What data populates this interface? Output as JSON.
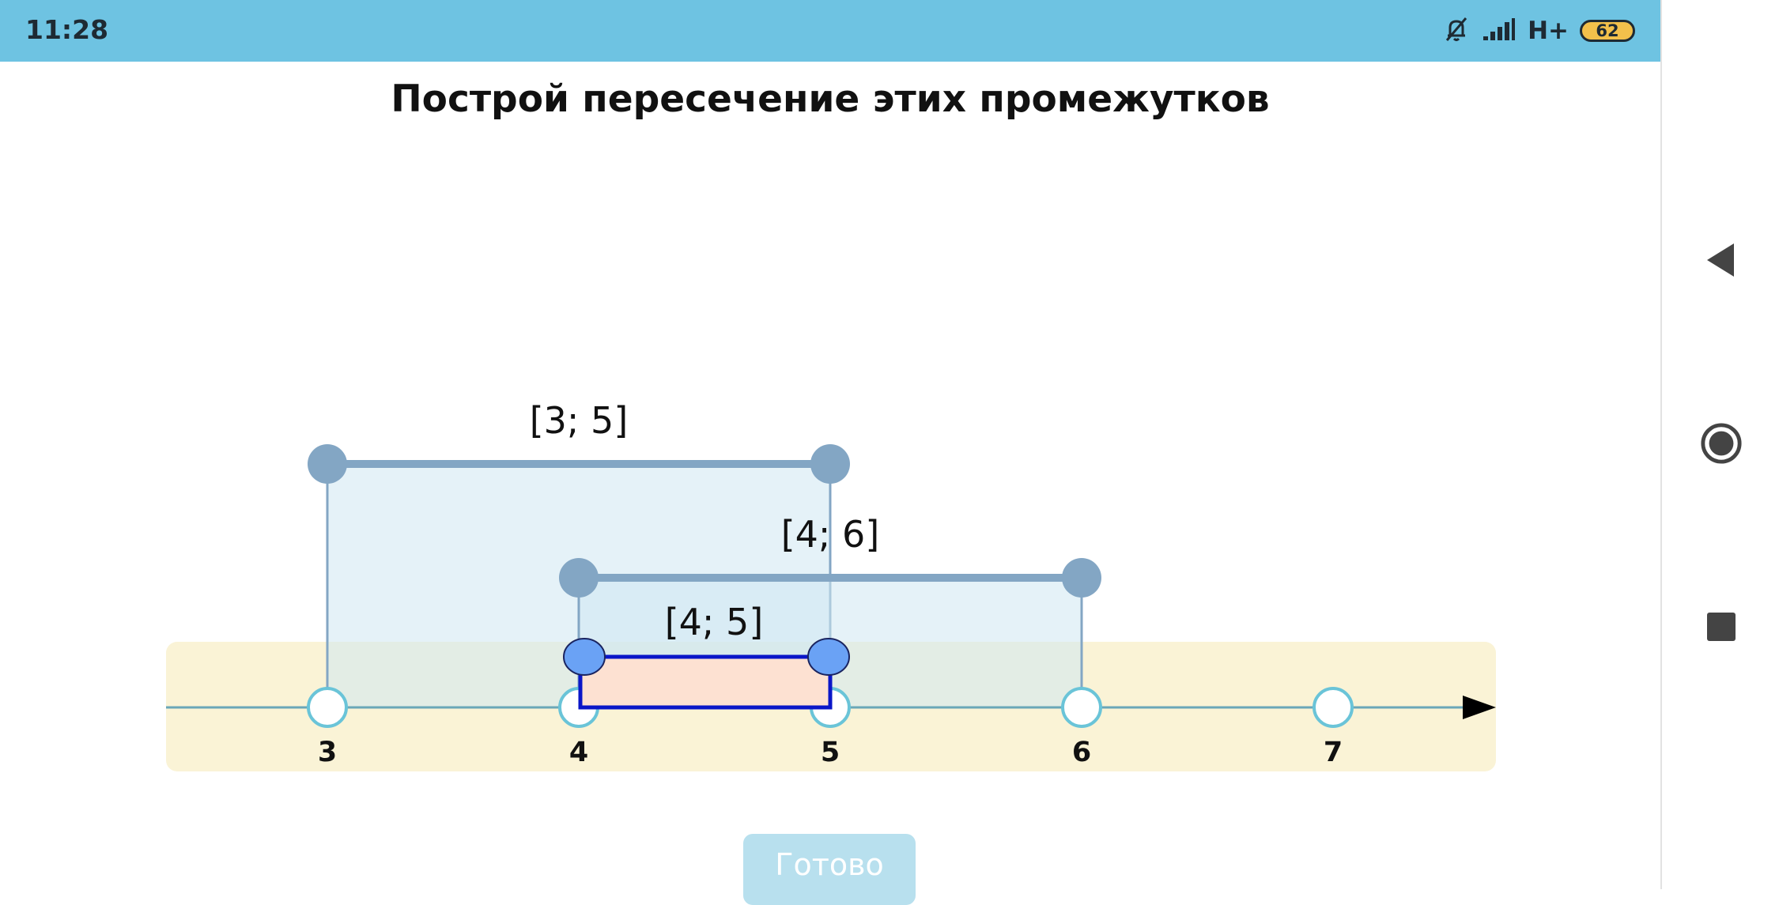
{
  "status_bar": {
    "time": "11:28",
    "network": "H+",
    "battery": "62",
    "icons": [
      "bell-off-icon",
      "signal-icon",
      "battery-icon"
    ]
  },
  "task": {
    "title": "Построй пересечение этих промежутков"
  },
  "number_line": {
    "ticks": [
      "3",
      "4",
      "5",
      "6",
      "7"
    ],
    "intervals": [
      {
        "label": "[3; 5]",
        "start": 3,
        "end": 5
      },
      {
        "label": "[4; 6]",
        "start": 4,
        "end": 6
      }
    ],
    "answer": {
      "label": "[4; 5]",
      "start": 4,
      "end": 5
    }
  },
  "actions": {
    "done_label": "Готово"
  },
  "nav_icons": [
    "back-icon",
    "home-icon",
    "recents-icon"
  ],
  "colors": {
    "status_bar": "#6ec3e2",
    "band": "#faf3d6",
    "interval_fill": "#cfe8f3",
    "interval_stroke": "#83a6c4",
    "answer_fill": "#fde1d2",
    "answer_stroke": "#0a16c8",
    "answer_handle": "#6aa2f5",
    "tick_circle": "#6ac4d8",
    "done_button": "#b8e0ee"
  }
}
